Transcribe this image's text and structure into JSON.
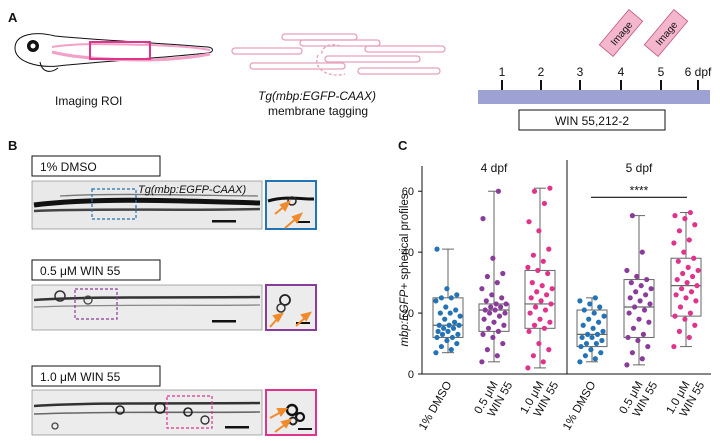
{
  "panels": {
    "a": "A",
    "b": "B",
    "c": "C"
  },
  "panel_a": {
    "roi_caption": "Imaging ROI",
    "transgene": "Tg(mbp:EGFP-CAAX)",
    "membrane_caption": "membrane tagging",
    "image_tag_1": "Image",
    "image_tag_2": "Image",
    "timeline_days": [
      "1",
      "2",
      "3",
      "4",
      "5"
    ],
    "timeline_last": "6 dpf",
    "treatment": "WIN 55,212-2"
  },
  "panel_b": {
    "rows": [
      {
        "label": "1% DMSO",
        "overlay": "Tg(mbp:EGFP-CAAX)"
      },
      {
        "label": "0.5 μM WIN 55",
        "overlay": ""
      },
      {
        "label": "1.0 μM WIN 55",
        "overlay": ""
      }
    ]
  },
  "chart_data": {
    "type": "box-scatter",
    "ylabel_italic": "mbp:EGFP+",
    "ylabel_rest": " spherical profiles",
    "ylim": [
      0,
      65
    ],
    "yticks": [
      "0",
      "20",
      "40",
      "60"
    ],
    "groups": [
      {
        "name": "4 dpf",
        "conditions": [
          {
            "label_lines": [
              "1% DMSO"
            ],
            "color": "#2373b5",
            "q1": 12,
            "median": 16,
            "q3": 25,
            "min": 7,
            "max": 41,
            "points": [
              7,
              8,
              9,
              10,
              11,
              12,
              12,
              13,
              13,
              14,
              14,
              15,
              15,
              16,
              16,
              16,
              17,
              18,
              19,
              20,
              20,
              21,
              22,
              24,
              25,
              25,
              26,
              28,
              41
            ]
          },
          {
            "label_lines": [
              "0.5 μM",
              "WIN 55"
            ],
            "color": "#8a3c9a",
            "q1": 14,
            "median": 21,
            "q3": 23,
            "min": 4,
            "max": 60,
            "points": [
              4,
              6,
              8,
              10,
              12,
              13,
              14,
              15,
              16,
              17,
              18,
              19,
              20,
              20,
              21,
              21,
              22,
              22,
              23,
              23,
              24,
              25,
              26,
              28,
              30,
              32,
              33,
              38,
              51,
              60
            ]
          },
          {
            "label_lines": [
              "1.0 μM",
              "WIN 55"
            ],
            "color": "#e0338c",
            "q1": 15,
            "median": 23,
            "q3": 34,
            "min": 2,
            "max": 61,
            "points": [
              2,
              4,
              6,
              8,
              10,
              14,
              15,
              16,
              17,
              18,
              20,
              21,
              22,
              23,
              24,
              25,
              26,
              27,
              28,
              29,
              30,
              33,
              34,
              35,
              37,
              39,
              41,
              47,
              50,
              56,
              60,
              61
            ]
          }
        ]
      },
      {
        "name": "5 dpf",
        "conditions": [
          {
            "label_lines": [
              "1% DMSO"
            ],
            "color": "#2373b5",
            "q1": 9,
            "median": 13,
            "q3": 21,
            "min": 4,
            "max": 25,
            "points": [
              4,
              5,
              6,
              7,
              8,
              9,
              10,
              10,
              11,
              12,
              12,
              13,
              13,
              14,
              15,
              16,
              17,
              18,
              19,
              20,
              21,
              22,
              23,
              24,
              25
            ]
          },
          {
            "label_lines": [
              "0.5 μM",
              "WIN 55"
            ],
            "color": "#8a3c9a",
            "q1": 12,
            "median": 22,
            "q3": 31,
            "min": 3,
            "max": 52,
            "points": [
              3,
              5,
              7,
              9,
              11,
              12,
              13,
              15,
              17,
              18,
              20,
              21,
              22,
              23,
              24,
              25,
              26,
              27,
              28,
              29,
              30,
              31,
              32,
              34,
              40,
              52
            ]
          },
          {
            "label_lines": [
              "1.0 μM",
              "WIN 55"
            ],
            "color": "#e0338c",
            "q1": 19,
            "median": 29,
            "q3": 38,
            "min": 9,
            "max": 53,
            "points": [
              9,
              12,
              14,
              16,
              18,
              19,
              20,
              22,
              24,
              25,
              26,
              27,
              28,
              29,
              30,
              31,
              32,
              33,
              34,
              35,
              37,
              38,
              40,
              43,
              44,
              47,
              49,
              51,
              52,
              53
            ]
          }
        ]
      }
    ],
    "significance": {
      "label": "****",
      "between": "5 dpf 1% DMSO vs 1.0 μM WIN 55"
    }
  }
}
